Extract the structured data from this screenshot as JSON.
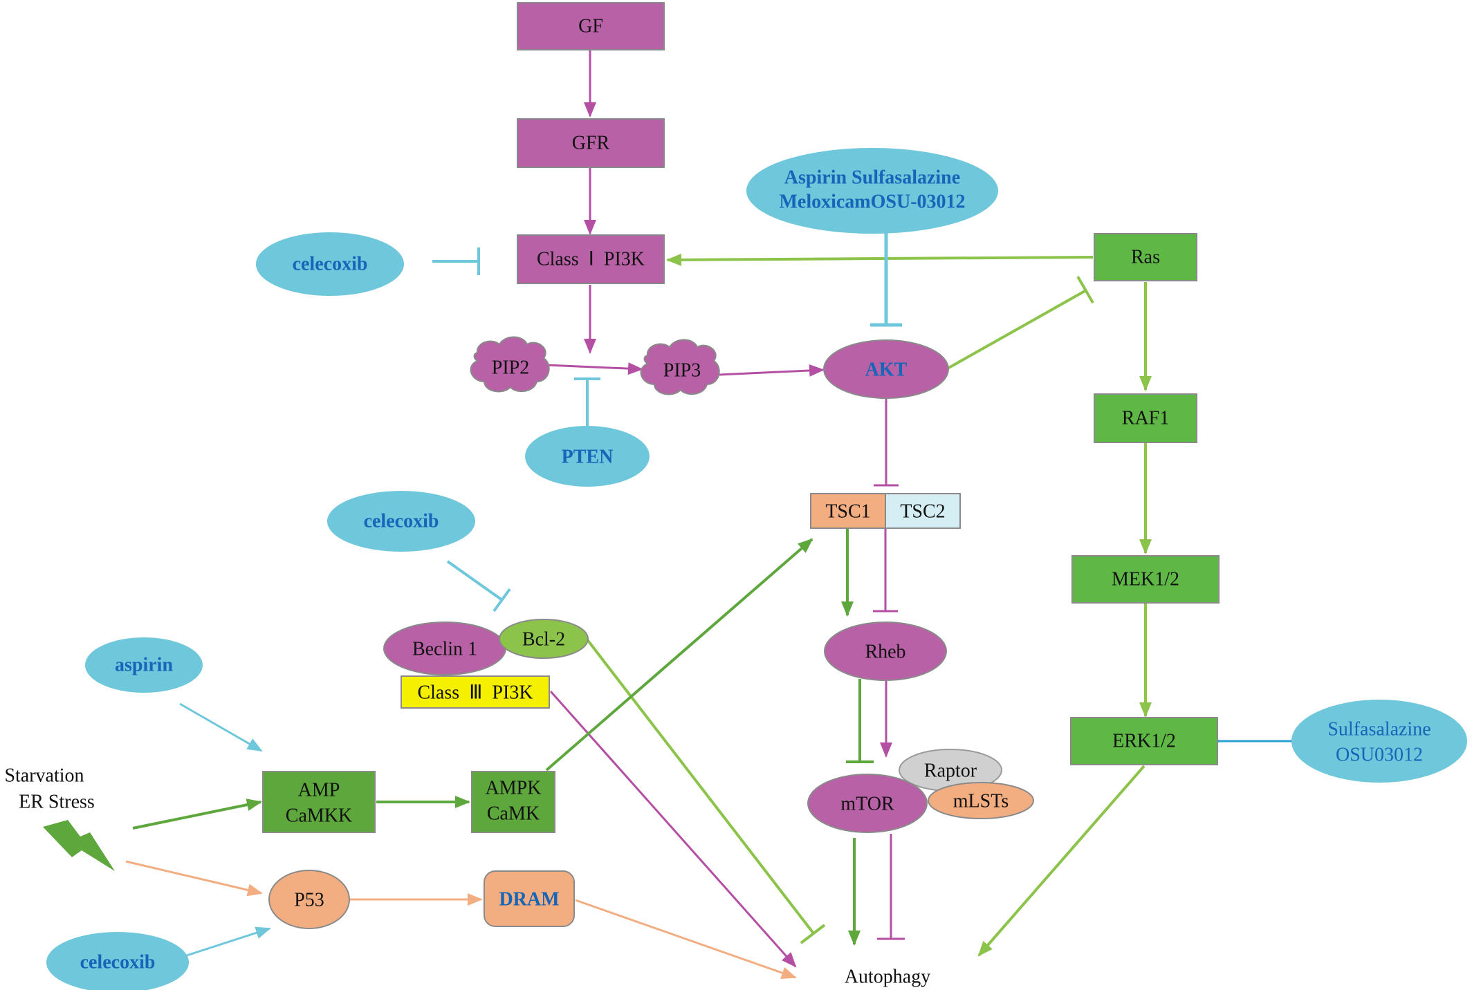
{
  "colors": {
    "magenta": "#b961a6",
    "magenta_line": "#b44fa4",
    "cyan": "#6ec7da",
    "green_dark": "#5ea73c",
    "green_light": "#8cc34a",
    "green_box": "#5fb846",
    "orange": "#f2ad80",
    "light_blue": "#d4eef3",
    "yellow": "#f5ef00",
    "gray": "#d0d0d0",
    "text_blue": "#1565b8",
    "blue_arrow": "#2a9fd6"
  },
  "nodes": {
    "gf": "GF",
    "gfr": "GFR",
    "class1_pi3k": "Class  Ⅰ  PI3K",
    "pip2": "PIP2",
    "pip3": "PIP3",
    "akt": "AKT",
    "pten": "PTEN",
    "aspirin_group_line1": "Aspirin Sulfasalazine",
    "aspirin_group_line2": "MeloxicamOSU-03012",
    "celecoxib_top": "celecoxib",
    "celecoxib_mid": "celecoxib",
    "celecoxib_bottom": "celecoxib",
    "aspirin": "aspirin",
    "ras": "Ras",
    "raf1": "RAF1",
    "mek": "MEK1/2",
    "erk": "ERK1/2",
    "sulfasalazine_line1": "Sulfasalazine",
    "sulfasalazine_line2": "OSU03012",
    "tsc1": "TSC1",
    "tsc2": "TSC2",
    "rheb": "Rheb",
    "mtor": "mTOR",
    "raptor": "Raptor",
    "mlsts": "mLSTs",
    "beclin": "Beclin 1",
    "bcl2": "Bcl-2",
    "class3_pi3k": "Class  Ⅲ  PI3K",
    "amp_line1": "AMP",
    "amp_line2": "CaMKK",
    "ampk_line1": "AMPK",
    "ampk_line2": "CaMK",
    "starvation_line1": "Starvation",
    "starvation_line2": "ER Stress",
    "p53": "P53",
    "dram": "DRAM",
    "autophagy": "Autophagy"
  },
  "edges": [
    {
      "from": "GF",
      "to": "GFR",
      "type": "activation"
    },
    {
      "from": "GFR",
      "to": "Class I PI3K",
      "type": "activation"
    },
    {
      "from": "celecoxib",
      "to": "Class I PI3K",
      "type": "inhibition"
    },
    {
      "from": "Ras",
      "to": "Class I PI3K",
      "type": "activation"
    },
    {
      "from": "Class I PI3K",
      "to": "PIP2-PIP3",
      "type": "activation"
    },
    {
      "from": "PIP2",
      "to": "PIP3",
      "type": "activation"
    },
    {
      "from": "PTEN",
      "to": "PIP2-PIP3",
      "type": "inhibition"
    },
    {
      "from": "PIP3",
      "to": "AKT",
      "type": "activation"
    },
    {
      "from": "Aspirin Sulfasalazine MeloxicamOSU-03012",
      "to": "AKT",
      "type": "inhibition"
    },
    {
      "from": "AKT",
      "to": "Ras",
      "type": "inhibition"
    },
    {
      "from": "AKT",
      "to": "TSC1/TSC2",
      "type": "inhibition"
    },
    {
      "from": "Ras",
      "to": "RAF1",
      "type": "activation"
    },
    {
      "from": "RAF1",
      "to": "MEK1/2",
      "type": "activation"
    },
    {
      "from": "MEK1/2",
      "to": "ERK1/2",
      "type": "activation"
    },
    {
      "from": "Sulfasalazine OSU03012",
      "to": "ERK1/2",
      "type": "activation"
    },
    {
      "from": "ERK1/2",
      "to": "Autophagy",
      "type": "activation"
    },
    {
      "from": "TSC1",
      "to": "Rheb",
      "type": "activation"
    },
    {
      "from": "TSC2",
      "to": "Rheb",
      "type": "inhibition"
    },
    {
      "from": "Rheb",
      "to": "mTOR",
      "type": "inhibition"
    },
    {
      "from": "Rheb",
      "to": "mTOR",
      "type": "activation"
    },
    {
      "from": "mTOR",
      "to": "Autophagy",
      "type": "activation"
    },
    {
      "from": "mTOR",
      "to": "Autophagy",
      "type": "inhibition"
    },
    {
      "from": "celecoxib",
      "to": "Bcl-2",
      "type": "inhibition"
    },
    {
      "from": "Bcl-2",
      "to": "Autophagy",
      "type": "inhibition"
    },
    {
      "from": "Class III PI3K",
      "to": "Autophagy",
      "type": "activation"
    },
    {
      "from": "aspirin",
      "to": "AMP CaMKK",
      "type": "activation"
    },
    {
      "from": "Starvation ER Stress",
      "to": "AMP CaMKK",
      "type": "activation"
    },
    {
      "from": "AMP CaMKK",
      "to": "AMPK CaMK",
      "type": "activation"
    },
    {
      "from": "AMPK CaMK",
      "to": "TSC1",
      "type": "activation"
    },
    {
      "from": "Starvation ER Stress",
      "to": "P53",
      "type": "activation"
    },
    {
      "from": "celecoxib",
      "to": "P53",
      "type": "activation"
    },
    {
      "from": "P53",
      "to": "DRAM",
      "type": "activation"
    },
    {
      "from": "DRAM",
      "to": "Autophagy",
      "type": "activation"
    }
  ]
}
